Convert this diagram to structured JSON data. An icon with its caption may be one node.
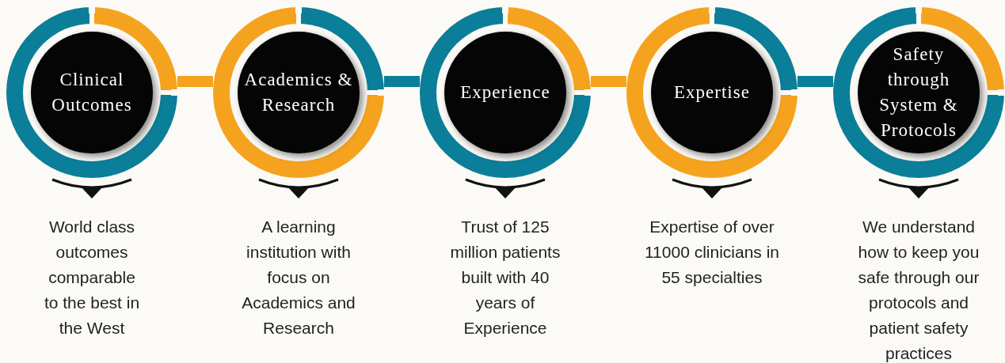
{
  "diagram": {
    "nodes": [
      {
        "text": [
          "Clinical Outcomes"
        ],
        "beside": [
          "World class outcomes comparable to the best in the West"
        ]
      },
      {
        "text": [
          "Academics & Research"
        ],
        "beside": [
          "A learning institution with focus on Academics and Research"
        ]
      },
      {
        "text": [
          "Experience"
        ],
        "beside": [
          "Trust of 125 million patients built with 40 years of Experience"
        ]
      },
      {
        "text": [
          "Expertise"
        ],
        "beside": [
          "Expertise of over 11000 clinicians in 55 specialties"
        ]
      },
      {
        "text": [
          "Safety through System & Protocols"
        ],
        "beside": [
          "We understand how to keep you safe through our protocols and patient safety practices"
        ]
      }
    ],
    "edges": [
      {
        "from": 0,
        "to": 1,
        "arrow": "none",
        "color": "#f5a31f"
      },
      {
        "from": 1,
        "to": 2,
        "arrow": "none",
        "color": "#0b7e99"
      },
      {
        "from": 2,
        "to": 3,
        "arrow": "none",
        "color": "#f5a31f"
      },
      {
        "from": 3,
        "to": 4,
        "arrow": "none",
        "color": "#0b7e99"
      }
    ]
  }
}
